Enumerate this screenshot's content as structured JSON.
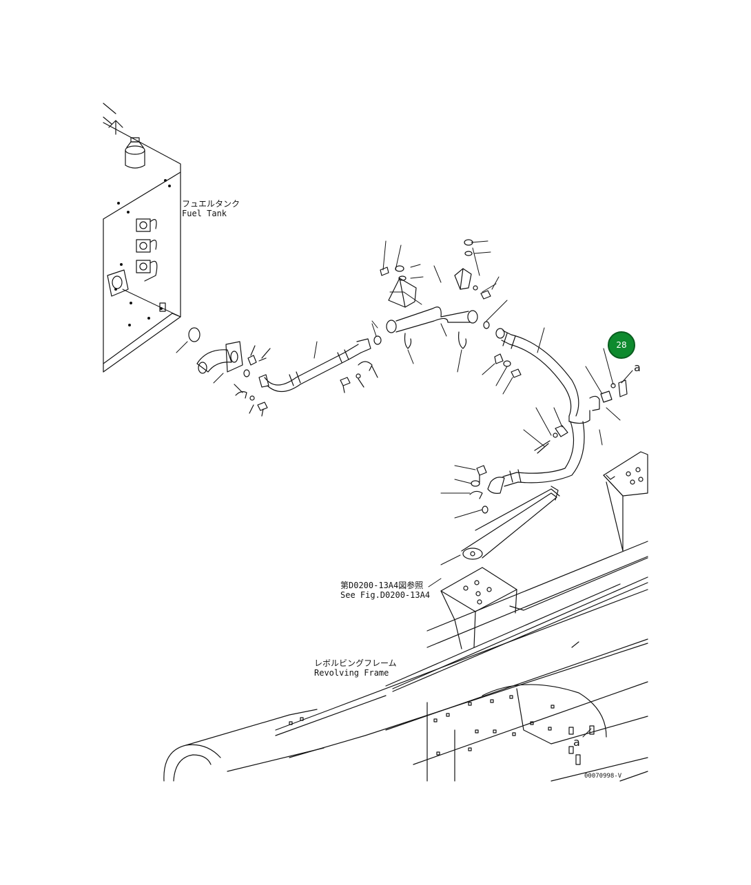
{
  "labels": {
    "fuel_tank_jp": "フュエルタンク",
    "fuel_tank_en": "Fuel Tank",
    "see_fig_jp": "第D0200-13A4図参照",
    "see_fig_en": "See Fig.D0200-13A4",
    "frame_jp": "レボルビングフレーム",
    "frame_en": "Revolving Frame"
  },
  "callout": {
    "number": "28",
    "color": "#0e8a2e"
  },
  "view_markers": {
    "top": "a",
    "bottom": "a"
  },
  "document_id": "00070998-V"
}
